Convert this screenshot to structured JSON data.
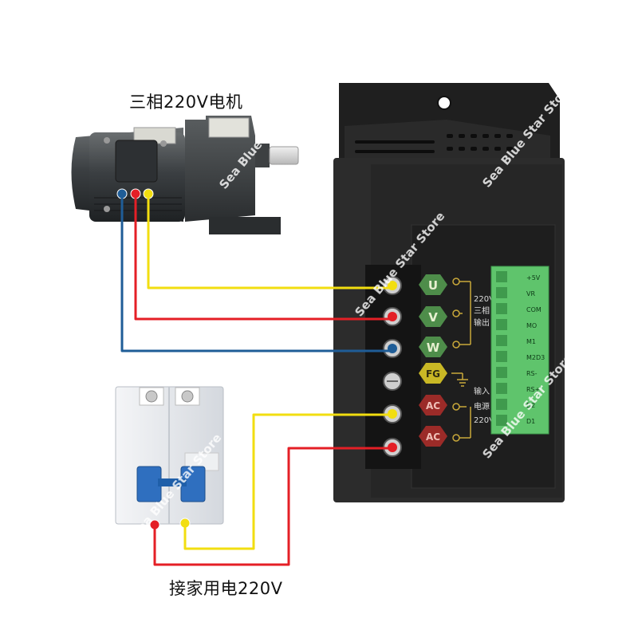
{
  "captions": {
    "motor": "三相220V电机",
    "mains": "接家用电220V"
  },
  "terminal_labels": [
    "U",
    "V",
    "W",
    "FG",
    "AC",
    "AC"
  ],
  "side_labels": {
    "output_voltage": "220V",
    "output_phase": "三相",
    "output_word": "输出",
    "input_word": "输入",
    "input_power": "电源",
    "input_voltage": "220V"
  },
  "control_pins": [
    "+5V",
    "VR",
    "COM",
    "MO",
    "M1",
    "M2D3",
    "RS-",
    "RS+",
    "D2",
    "D1"
  ],
  "watermark": "Sea Blue Star Store",
  "colors": {
    "wire_yellow": "#f2de10",
    "wire_red": "#e41f26",
    "wire_blue": "#1f5d97",
    "terminal_green": "#4e8d4a",
    "terminal_yellow": "#c9b825",
    "terminal_red": "#9b2b28",
    "connector_green": "#5fc46c",
    "controller_body": "#2c2c2c"
  },
  "icons": {
    "ground": "ground-icon",
    "screw": "terminal-screw-icon"
  }
}
